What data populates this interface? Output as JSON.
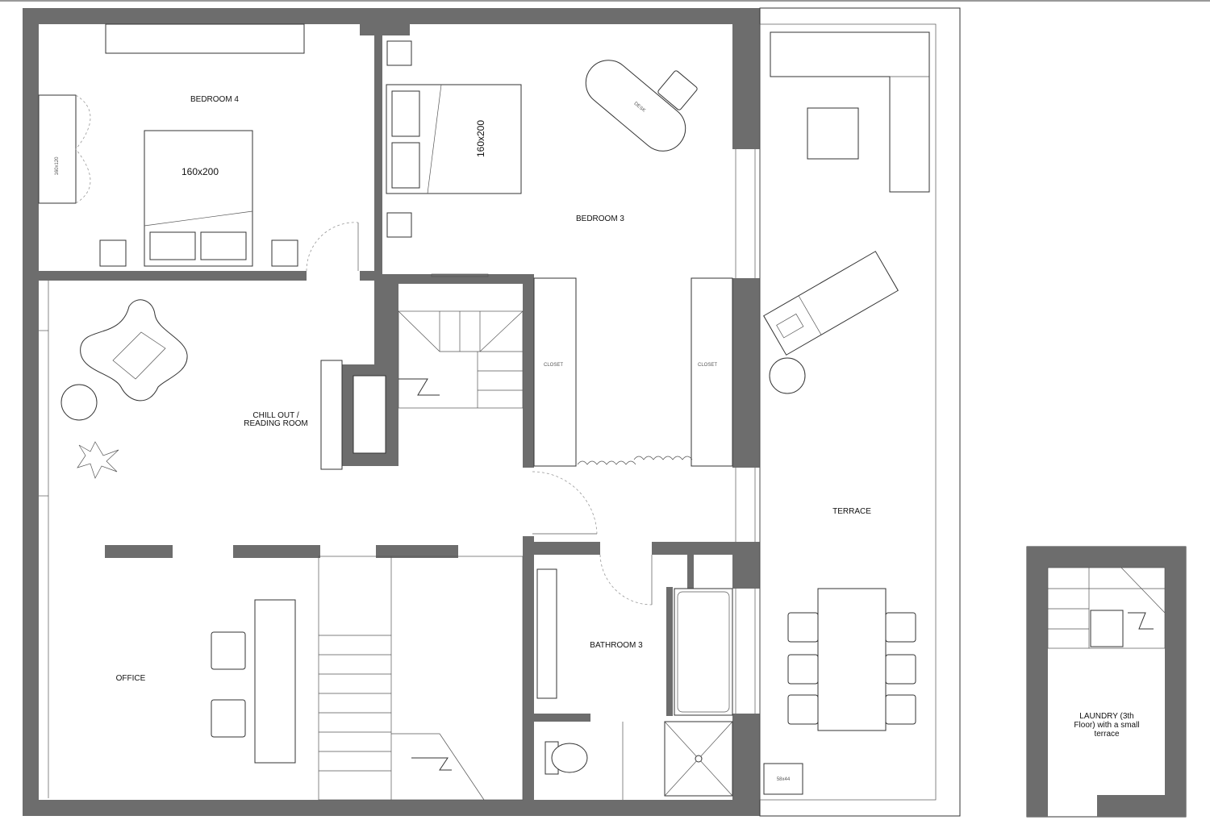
{
  "rooms": {
    "bedroom4": "BEDROOM 4",
    "bedroom3": "BEDROOM 3",
    "chill1": "CHILL OUT /",
    "chill2": "READING ROOM",
    "office": "OFFICE",
    "bathroom3": "BATHROOM 3",
    "terrace": "TERRACE",
    "laundry1": "LAUNDRY (3th",
    "laundry2": "Floor) with a small",
    "laundry3": "terrace"
  },
  "furniture": {
    "bed4_size": "160x200",
    "bed3_size": "160x200",
    "wardrobe_size": "160x120",
    "desk": "DESK",
    "closet_left": "CLOSET",
    "closet_right": "CLOSET",
    "terrace_box": "58x44"
  },
  "colors": {
    "wall": "#6d6d6d",
    "line": "#333333"
  }
}
